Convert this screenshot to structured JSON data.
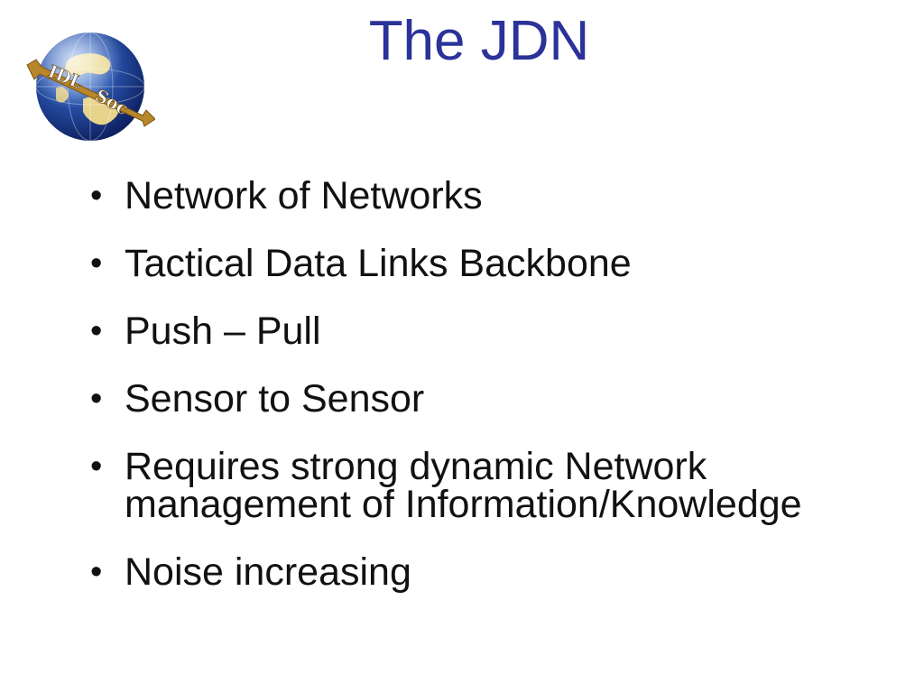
{
  "slide": {
    "title": "The JDN",
    "logo": {
      "icon": "idl-soc-globe-icon",
      "text": "IDL Soc",
      "colors": {
        "ocean": "#1f3f8f",
        "land": "#f2dc8a",
        "ribbon": "#b8862b"
      }
    },
    "bullets": [
      "Network of Networks",
      "Tactical Data Links Backbone",
      "Push – Pull",
      "Sensor to Sensor",
      "Requires strong dynamic Network management of Information/Knowledge",
      "Noise increasing"
    ],
    "colors": {
      "title": "#2b3299",
      "text": "#111111",
      "background": "#ffffff"
    }
  }
}
